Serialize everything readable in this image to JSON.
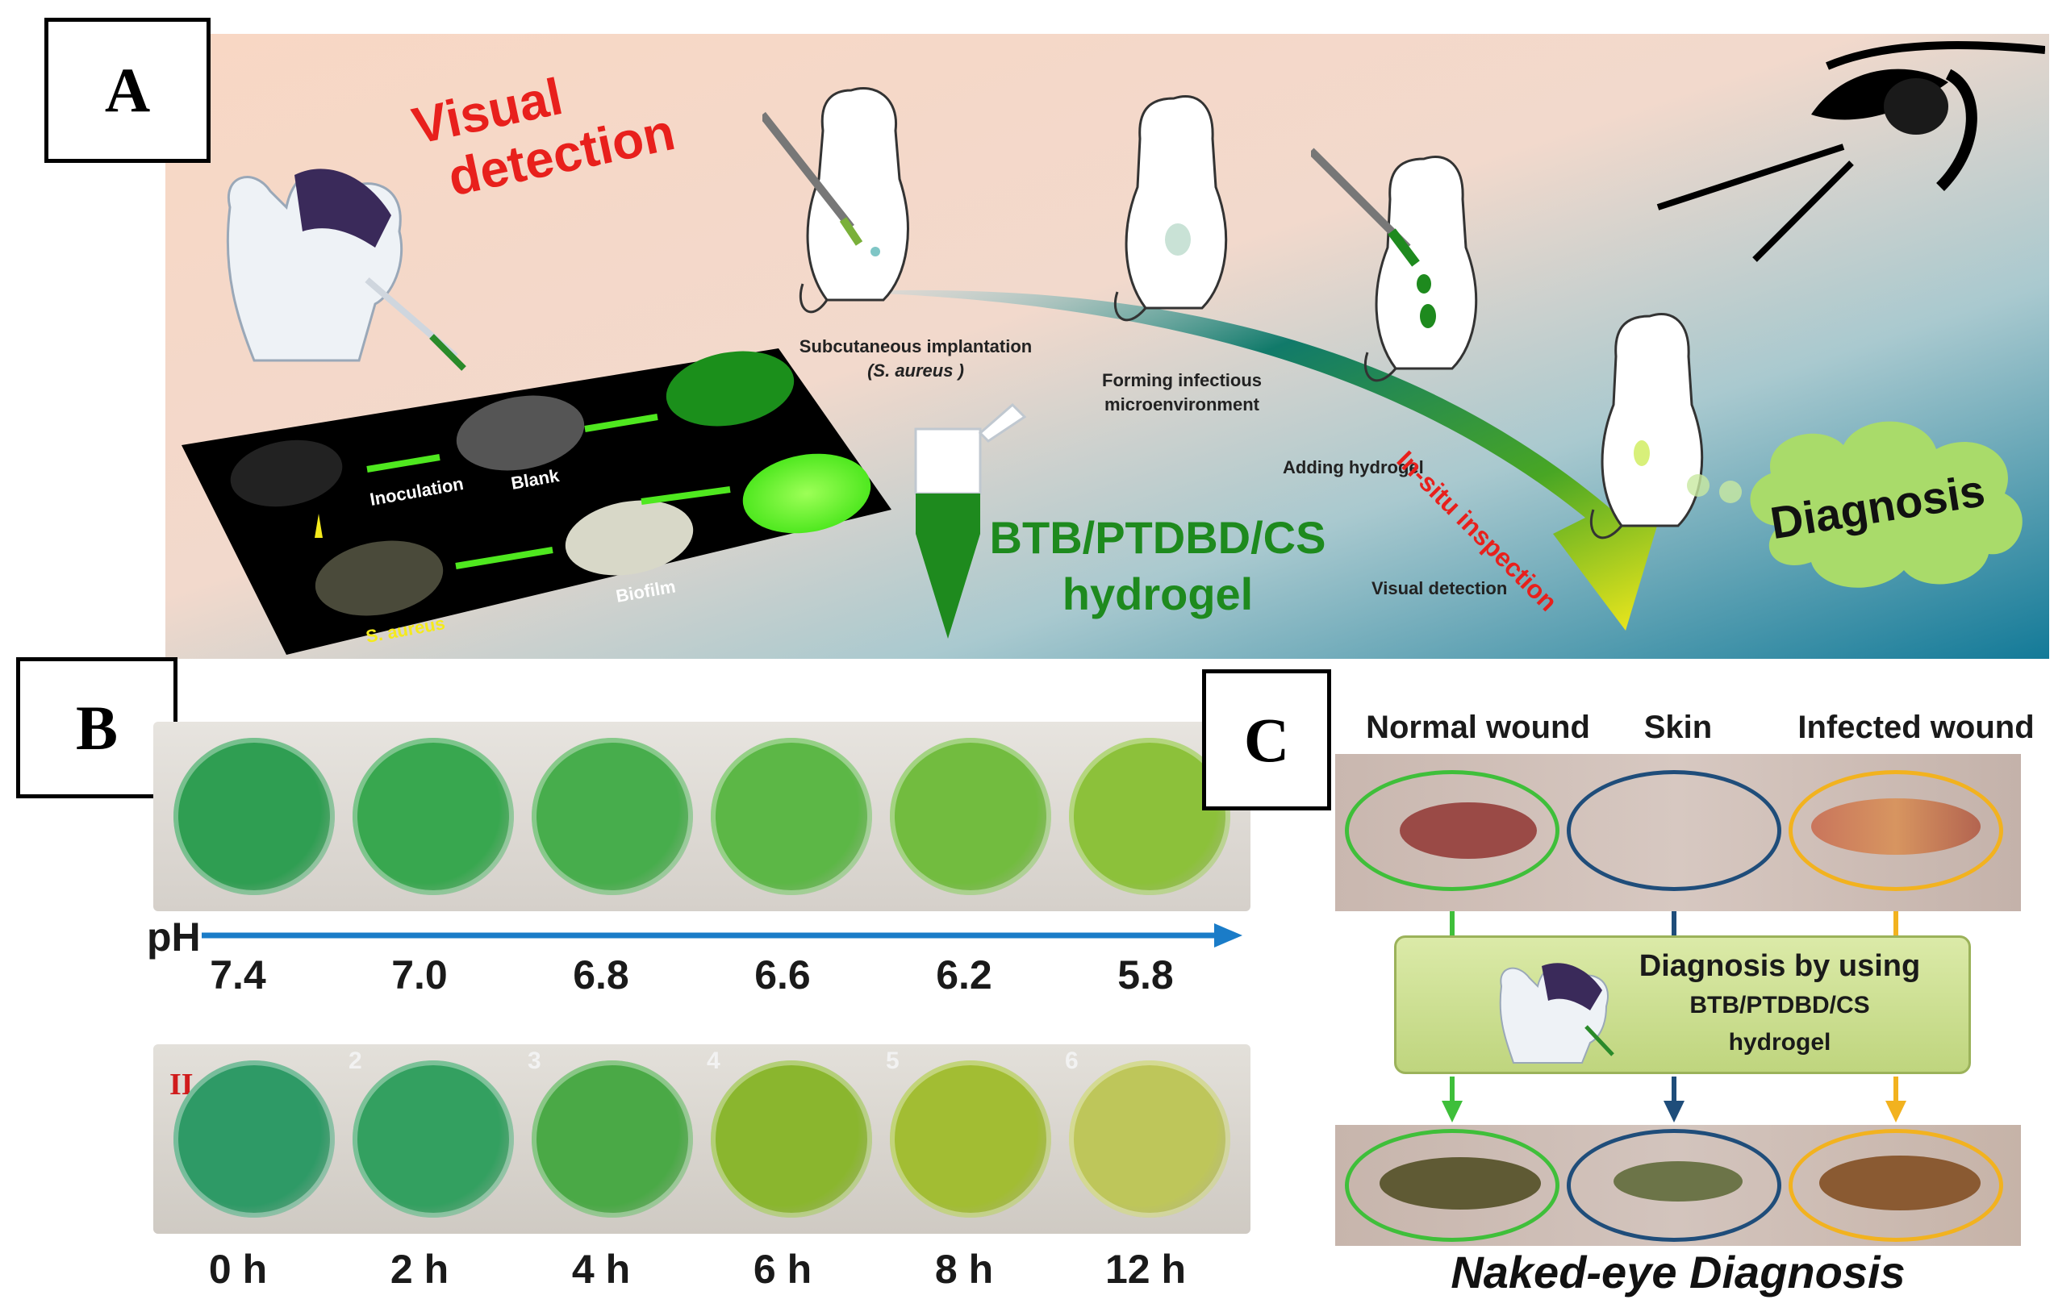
{
  "panel_a": {
    "label": "A",
    "visual_detection": [
      "Visual",
      "detection"
    ],
    "tray": {
      "inoculation": "Inoculation",
      "blank": "Blank",
      "s_aureus": "S. aureus",
      "biofilm": "Biofilm"
    },
    "steps": {
      "subcutaneous": "Subcutaneous implantation",
      "s_aureus": "(S. aureus )",
      "forming": [
        "Forming infectious",
        "microenvironment"
      ],
      "adding": "Adding hydrogel",
      "insitu": "In-situ inspection",
      "visual": "Visual detection"
    },
    "hydrogel": [
      "BTB/PTDBD/CS",
      "hydrogel"
    ],
    "diagnosis": "Diagnosis"
  },
  "panel_b": {
    "label": "B",
    "axis_label": "pH",
    "ph_ticks": [
      "7.4",
      "7.0",
      "6.8",
      "6.6",
      "6.2",
      "5.8"
    ],
    "time_ticks": [
      "0 h",
      "2 h",
      "4 h",
      "6 h",
      "8 h",
      "12 h"
    ],
    "plate_mark": "II",
    "well_numbers": [
      "2",
      "3",
      "4",
      "5",
      "6"
    ],
    "row1_colors": [
      "#2f9e52",
      "#38a74f",
      "#47ad4c",
      "#5cb746",
      "#72bc3f",
      "#8cc13a"
    ],
    "row2_colors": [
      "#2e9a66",
      "#33a060",
      "#4aa946",
      "#8ab62e",
      "#a2bd33",
      "#bec65a"
    ]
  },
  "panel_c": {
    "label": "C",
    "headers": [
      "Normal wound",
      "Skin",
      "Infected wound"
    ],
    "box_text": [
      "Diagnosis by using",
      "BTB/PTDBD/CS",
      "hydrogel"
    ],
    "footer": "Naked-eye Diagnosis",
    "ring_colors": [
      "#3fbf3a",
      "#1f4d7a",
      "#f2b21f"
    ]
  },
  "colors": {
    "hydrogel_green": "#1e8a1e",
    "red_text": "#e8201c",
    "arrow_blue": "#1a7cc8"
  }
}
